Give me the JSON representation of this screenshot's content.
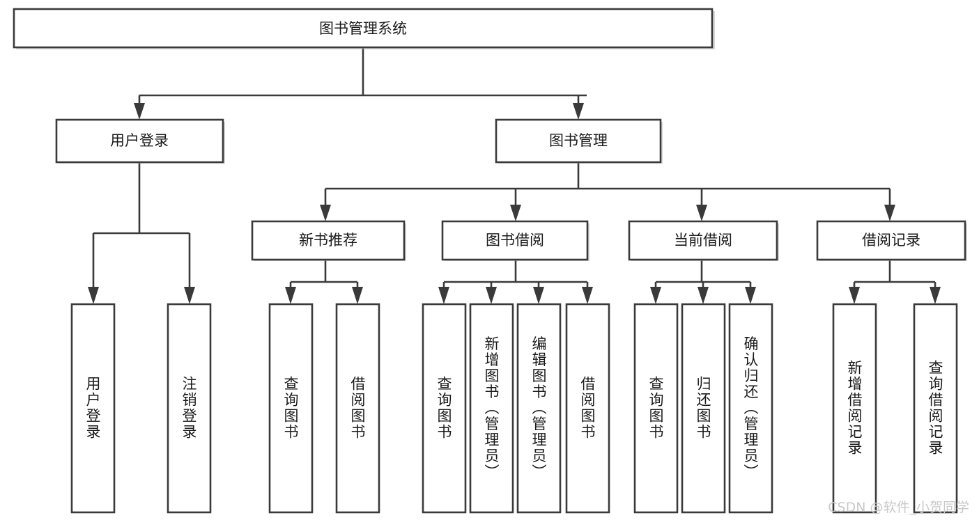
{
  "diagram": {
    "type": "tree-hierarchy",
    "title": "图书管理系统",
    "watermark": "CSDN @软件_小贺同学",
    "colors": {
      "stroke": "#3a3a3a",
      "fill": "#ffffff",
      "text": "#1a1a1a",
      "watermark": "#c9c9c9"
    },
    "levels": {
      "root_label": "图书管理系统",
      "level1": [
        {
          "label": "用户登录"
        },
        {
          "label": "图书管理"
        }
      ],
      "level2": [
        {
          "label": "新书推荐"
        },
        {
          "label": "图书借阅"
        },
        {
          "label": "当前借阅"
        },
        {
          "label": "借阅记录"
        }
      ]
    },
    "nodes": {
      "root": {
        "label": "图书管理系统"
      },
      "user_login": {
        "label": "用户登录"
      },
      "book_manage": {
        "label": "图书管理"
      },
      "new_book_rec": {
        "label": "新书推荐"
      },
      "book_borrow": {
        "label": "图书借阅"
      },
      "current_borrow": {
        "label": "当前借阅"
      },
      "borrow_record": {
        "label": "借阅记录"
      }
    },
    "leaves": {
      "user_login": [
        {
          "label": "用户登录"
        },
        {
          "label": "注销登录"
        }
      ],
      "new_book_rec": [
        {
          "label": "查询图书"
        },
        {
          "label": "借阅图书"
        }
      ],
      "book_borrow": [
        {
          "label": "查询图书"
        },
        {
          "label": "新增图书（管理员）"
        },
        {
          "label": "编辑图书（管理员）"
        },
        {
          "label": "借阅图书"
        }
      ],
      "current_borrow": [
        {
          "label": "查询图书"
        },
        {
          "label": "归还图书"
        },
        {
          "label": "确认归还（管理员）"
        }
      ],
      "borrow_record": [
        {
          "label": "新增借阅记录"
        },
        {
          "label": "查询借阅记录"
        }
      ]
    }
  }
}
